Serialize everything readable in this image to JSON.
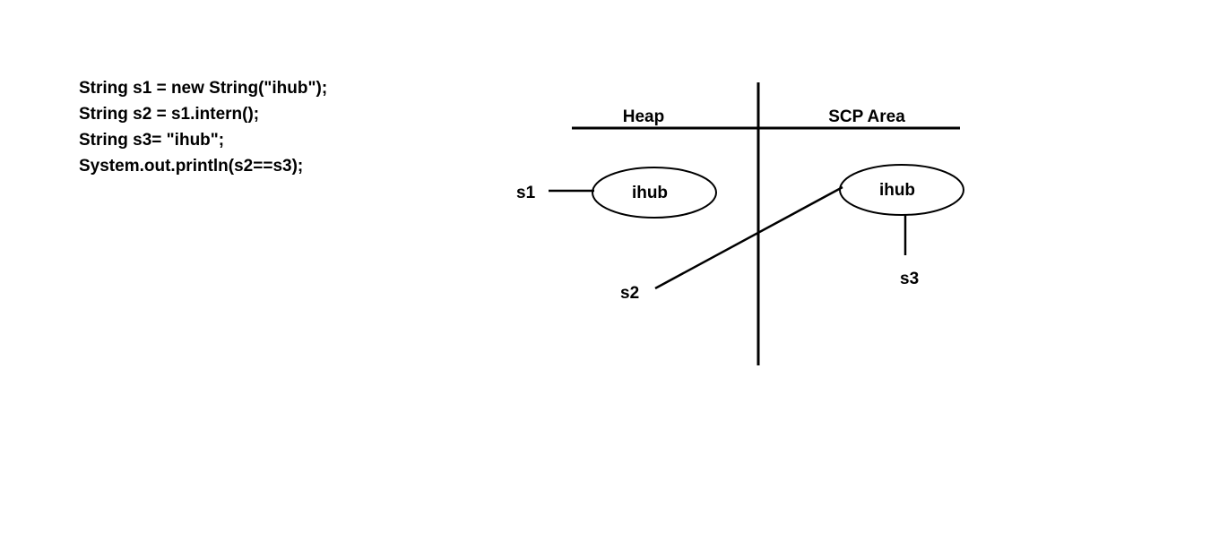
{
  "code": {
    "lines": [
      "String s1 = new String(\"ihub\");",
      "String s2 = s1.intern();",
      "String s3= \"ihub\";",
      "System.out.println(s2==s3);"
    ]
  },
  "diagram": {
    "columns": {
      "heap": "Heap",
      "scp": "SCP Area"
    },
    "heap_object": {
      "label": "ihub"
    },
    "scp_object": {
      "label": "ihub"
    },
    "references": {
      "s1": "s1",
      "s2": "s2",
      "s3": "s3"
    }
  },
  "colors": {
    "stroke": "#000000",
    "background": "#ffffff"
  }
}
